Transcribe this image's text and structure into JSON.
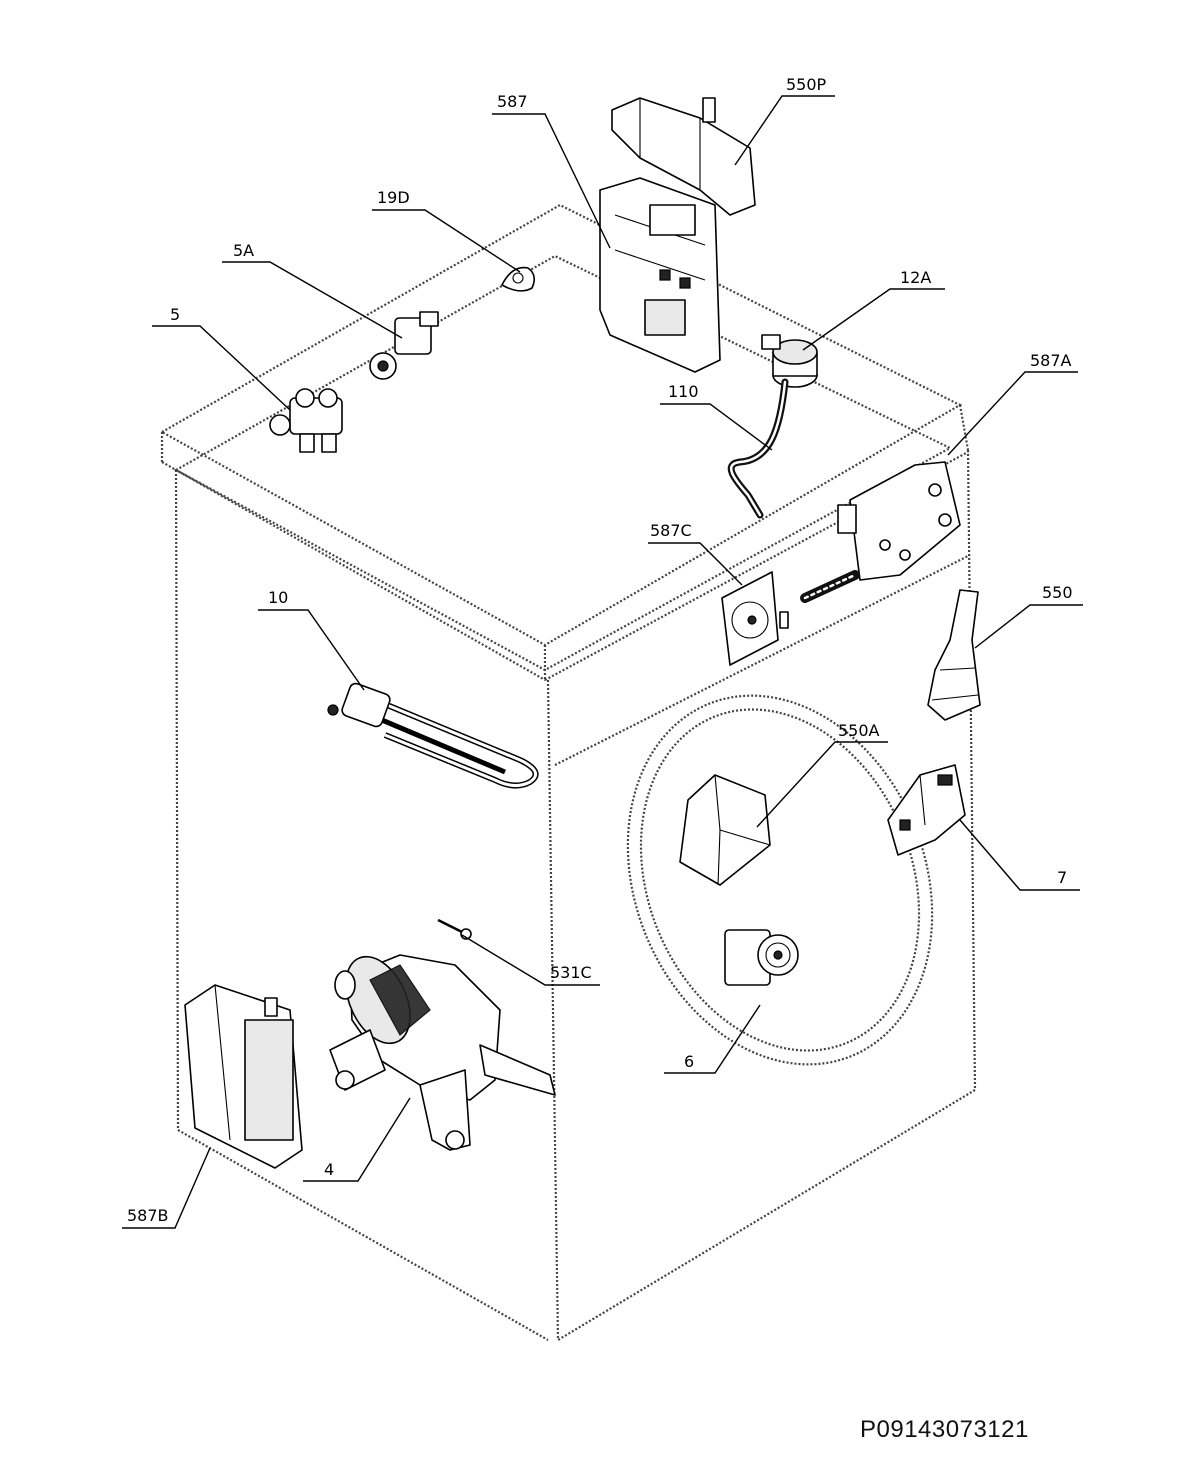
{
  "drawing_code": "P09143073121",
  "callouts": [
    {
      "id": "587",
      "label": "587"
    },
    {
      "id": "550P",
      "label": "550P"
    },
    {
      "id": "19D",
      "label": "19D"
    },
    {
      "id": "5A",
      "label": "5A"
    },
    {
      "id": "5",
      "label": "5"
    },
    {
      "id": "12A",
      "label": "12A"
    },
    {
      "id": "110",
      "label": "110"
    },
    {
      "id": "587A",
      "label": "587A"
    },
    {
      "id": "587C",
      "label": "587C"
    },
    {
      "id": "10",
      "label": "10"
    },
    {
      "id": "550",
      "label": "550"
    },
    {
      "id": "550A",
      "label": "550A"
    },
    {
      "id": "7",
      "label": "7"
    },
    {
      "id": "531C",
      "label": "531C"
    },
    {
      "id": "6",
      "label": "6"
    },
    {
      "id": "4",
      "label": "4"
    },
    {
      "id": "587B",
      "label": "587B"
    }
  ]
}
